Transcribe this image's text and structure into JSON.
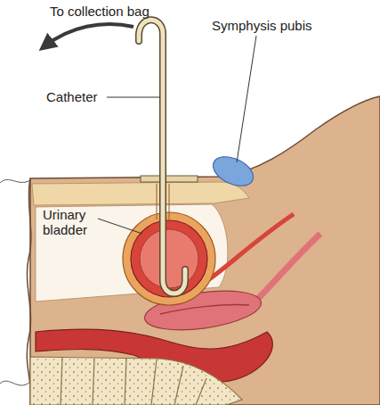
{
  "diagram": {
    "labels": [
      "To collection bag",
      "Catheter",
      "Symphysis pubis",
      "Urinary bladder"
    ]
  }
}
